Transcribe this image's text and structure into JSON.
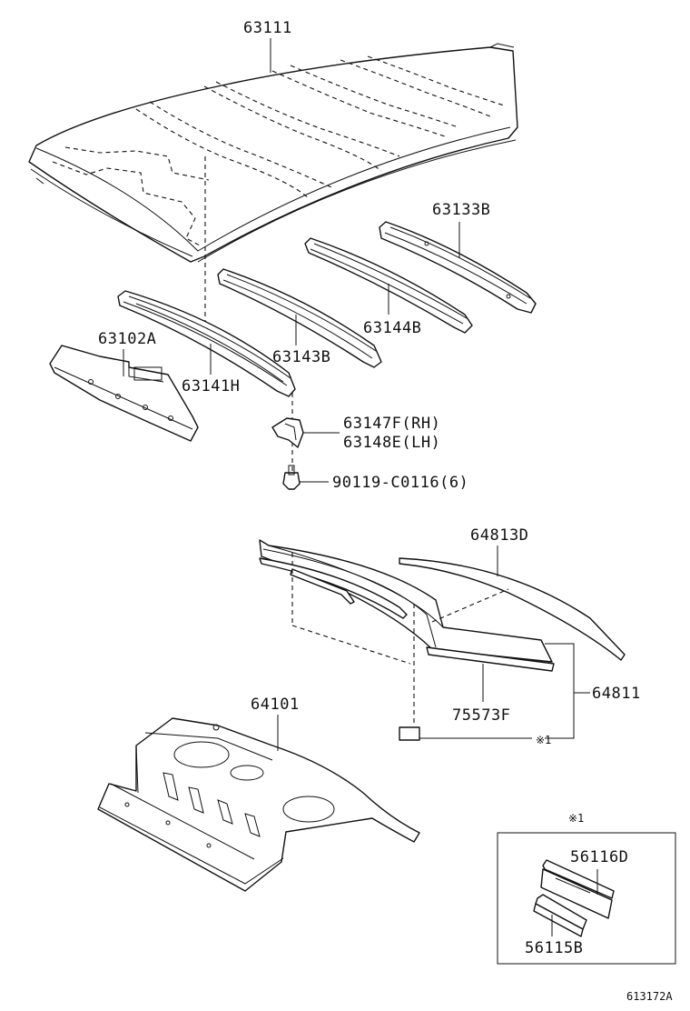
{
  "labels": {
    "roof_panel": "63111",
    "roof_bow_rear": "63133B",
    "roof_bow_1": "63144B",
    "roof_bow_2": "63143B",
    "roof_bow_front": "63141H",
    "header_panel": "63102A",
    "bracket_rh": "63147F(RH)",
    "bracket_lh": "63148E(LH)",
    "screw": "90119-C0116(6)",
    "molding": "64813D",
    "back_window": "64811",
    "dam": "75573F",
    "package_tray": "64101",
    "note_marker": "※1",
    "inset_marker": "※1",
    "inset_part_a": "56116D",
    "inset_part_b": "56115B",
    "figure_code": "613172A"
  }
}
